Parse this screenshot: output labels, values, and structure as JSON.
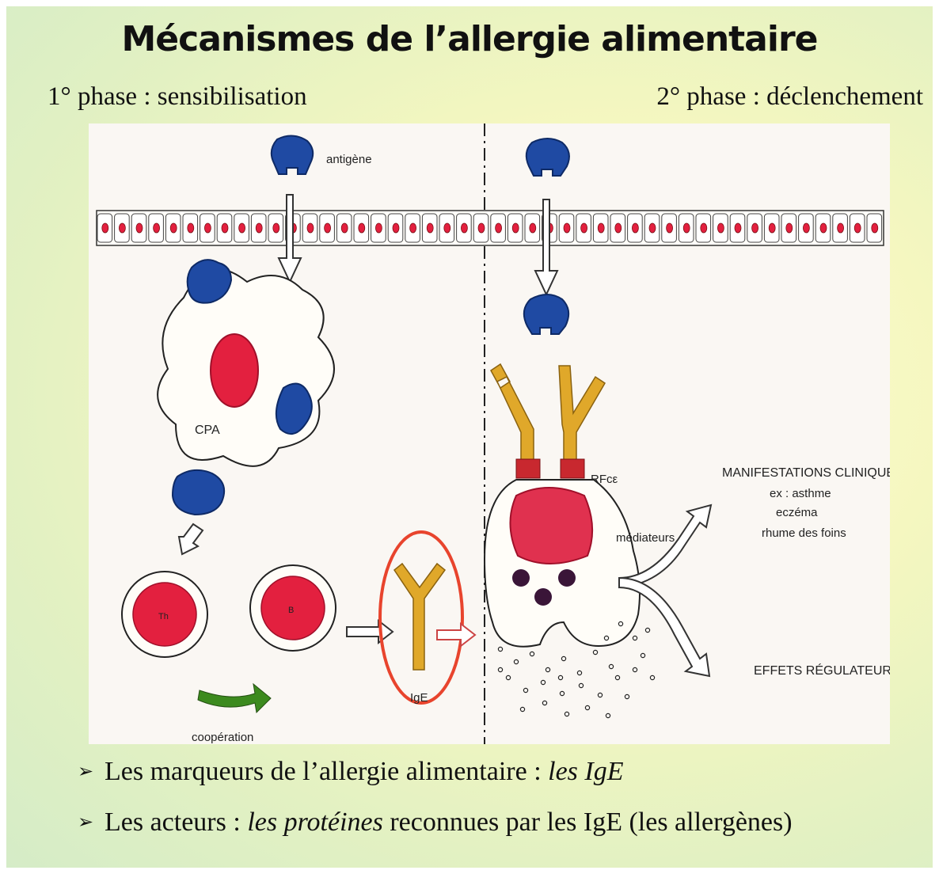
{
  "slide": {
    "title": "Mécanismes de l’allergie alimentaire",
    "phase_left": "1° phase : sensibilisation",
    "phase_right": "2° phase : déclenchement"
  },
  "diagram": {
    "antigen_label": "antigène",
    "cpa_label": "CPA",
    "th_label": "Th",
    "b_label": "B",
    "cooperation_label": "coopération",
    "ige_label": "IgE",
    "rfce_label": "RFcε",
    "mediators_label": "médiateurs",
    "clinical_title": "MANIFESTATIONS CLINIQUES",
    "clinical_items": [
      "ex : asthme",
      "eczéma",
      "rhume des foins"
    ],
    "regulatory_label": "EFFETS RÉGULATEURS"
  },
  "bullets": [
    {
      "marker": "➢",
      "text": "Les marqueurs de l’allergie alimentaire : ",
      "emphasis": "les IgE",
      "tail": ""
    },
    {
      "marker": "➢",
      "text": "Les acteurs : ",
      "emphasis": "les protéines",
      "tail": " reconnues par les IgE (les allergènes)"
    }
  ],
  "colors": {
    "antigen_blue": "#1f4aa3",
    "cell_red": "#e3203f",
    "ige_yellow": "#e0a82a",
    "highlight_circle": "#e8442d",
    "cooperation_arrow": "#3c8a1e"
  }
}
